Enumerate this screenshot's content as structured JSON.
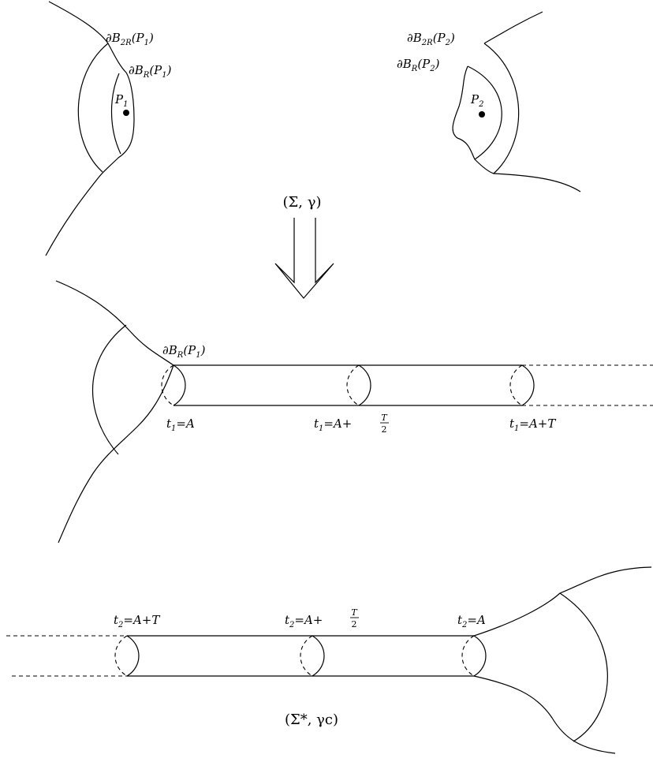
{
  "top_left": {
    "outer_boundary": "∂B2R(P1)",
    "inner_boundary": "∂BR(P1)",
    "point": "P1"
  },
  "top_right": {
    "outer_boundary": "∂B2R(P2)",
    "inner_boundary": "∂BR(P2)",
    "point": "P2"
  },
  "metric_label": "(Σ, γ)",
  "middle_tube": {
    "boundary_label": "∂BR(P1)",
    "t_labels": [
      "t1=A",
      "t1=A+T/2",
      "t1=A+T"
    ]
  },
  "bottom_tube": {
    "t_labels": [
      "t2=A+T",
      "t2=A+T/2",
      "t2=A"
    ]
  },
  "bottom_label": "(Σ*, γc)"
}
